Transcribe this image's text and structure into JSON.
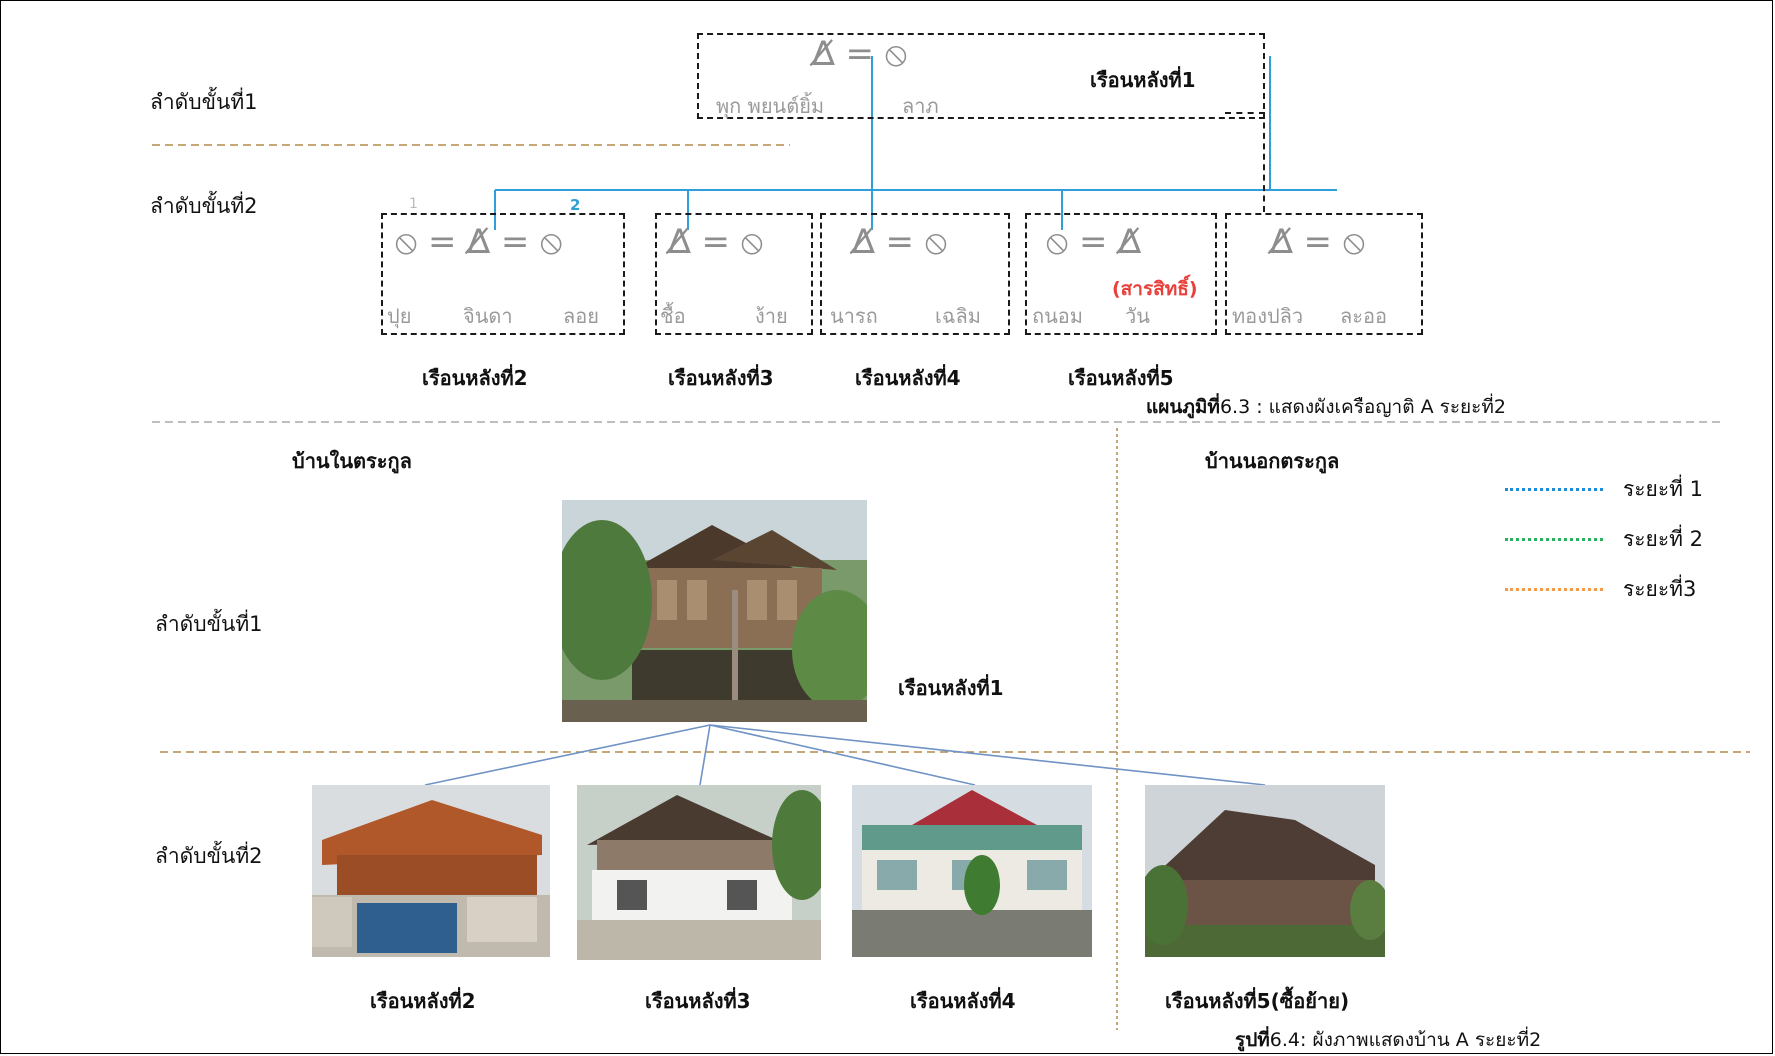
{
  "colors": {
    "phase1": "#1f8dd6",
    "phase2": "#2bb060",
    "phase3": "#f39a4a",
    "tree_line": "#2e9fd8",
    "photo_line": "#6f93c4",
    "heir": "#e8413c"
  },
  "genealogy": {
    "level1_label": "ลำดับขั้นที่1",
    "level2_label": "ลำดับขั้นที่2",
    "top": {
      "symbols": "∆̸ = ⦸",
      "names": [
        "พุก พยนต์ยิ้ม",
        "ลาภ"
      ],
      "house": "เรือนหลังที่1"
    },
    "marker_1": "1",
    "marker_2": "2",
    "families": [
      {
        "symbols": "⦸ = ∆̸ = ⦸",
        "names": [
          "ปุย",
          "จินดา",
          "ลอย"
        ],
        "house": "เรือนหลังที่2"
      },
      {
        "symbols": "∆̸ = ⦸",
        "names": [
          "ชื้อ",
          "ง้าย"
        ],
        "house": "เรือนหลังที่3"
      },
      {
        "symbols": "∆̸ = ⦸",
        "names": [
          "นารถ",
          "เฉลิม"
        ],
        "house": "เรือนหลังที่4"
      },
      {
        "symbols": "⦸ = ∆̸",
        "names": [
          "ถนอม",
          "วัน"
        ],
        "house": "เรือนหลังที่5",
        "heir": "(สารสิทธิ์)"
      },
      {
        "symbols": "∆̸ = ⦸",
        "names": [
          "ทองปลิว",
          "ละออ"
        ],
        "house": ""
      }
    ],
    "caption_bold": "แผนภูมิที่",
    "caption_rest": "6.3 : แสดงผังเครือญาติ A ระยะที่2"
  },
  "houses": {
    "inside_title": "บ้านในตระกูล",
    "outside_title": "บ้านนอกตระกูล",
    "level1_label": "ลำดับขั้นที่1",
    "level2_label": "ลำดับขั้นที่2",
    "main_house": "เรือนหลังที่1",
    "children": [
      "เรือนหลังที่2",
      "เรือนหลังที่3",
      "เรือนหลังที่4",
      "เรือนหลังที่5(ซื้อย้าย)"
    ],
    "caption_bold": "รูปที่",
    "caption_rest": "6.4: ผังภาพแสดงบ้าน A ระยะที่2"
  },
  "legend": [
    {
      "label": "ระยะที่ 1",
      "color": "#1f8dd6"
    },
    {
      "label": "ระยะที่ 2",
      "color": "#2bb060"
    },
    {
      "label": "ระยะที่3",
      "color": "#f39a4a"
    }
  ]
}
